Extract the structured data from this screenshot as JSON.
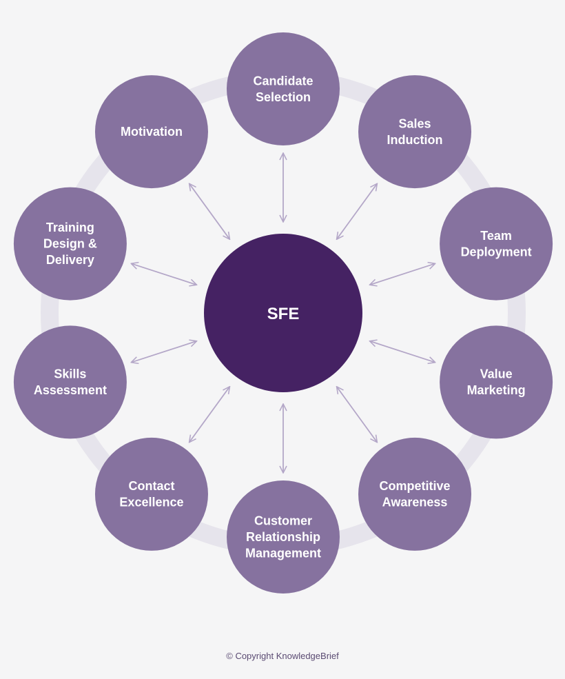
{
  "diagram": {
    "center": {
      "label": "SFE",
      "color": "#452263"
    },
    "node_color": "#86729f",
    "ring_color": "#e6e4ec",
    "arrow_color": "#b4a7c8",
    "nodes": [
      {
        "id": "candidate-selection",
        "lines": [
          "Candidate",
          "Selection"
        ]
      },
      {
        "id": "sales-induction",
        "lines": [
          "Sales",
          "Induction"
        ]
      },
      {
        "id": "team-deployment",
        "lines": [
          "Team",
          "Deployment"
        ]
      },
      {
        "id": "value-marketing",
        "lines": [
          "Value",
          "Marketing"
        ]
      },
      {
        "id": "competitive-awareness",
        "lines": [
          "Competitive",
          "Awareness"
        ]
      },
      {
        "id": "customer-relationship-management",
        "lines": [
          "Customer",
          "Relationship",
          "Management"
        ]
      },
      {
        "id": "contact-excellence",
        "lines": [
          "Contact",
          "Excellence"
        ]
      },
      {
        "id": "skills-assessment",
        "lines": [
          "Skills",
          "Assessment"
        ]
      },
      {
        "id": "training-design-delivery",
        "lines": [
          "Training",
          "Design &",
          "Delivery"
        ]
      },
      {
        "id": "motivation",
        "lines": [
          "Motivation"
        ]
      }
    ]
  },
  "footer": {
    "copyright": "© Copyright KnowledgeBrief"
  }
}
